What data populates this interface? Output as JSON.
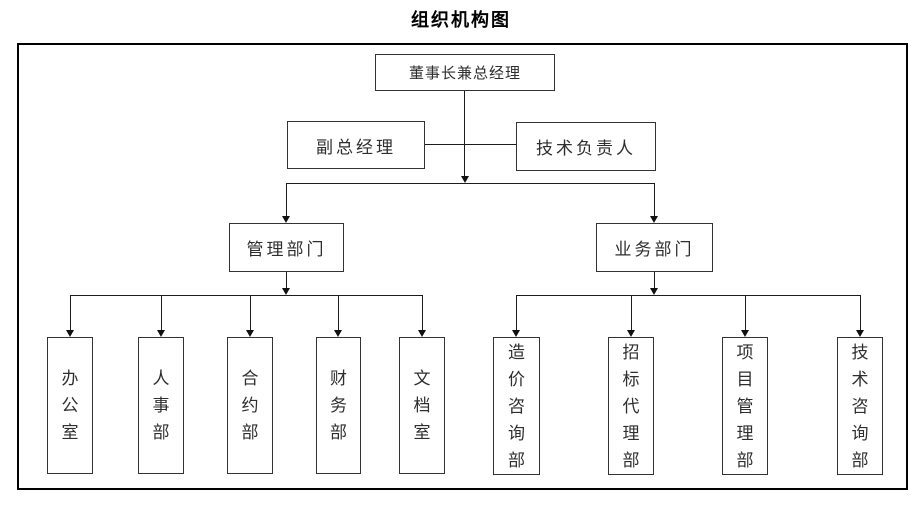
{
  "page": {
    "title": "组织机构图"
  },
  "org_chart": {
    "root": "董事长兼总经理",
    "staff_left": "副总经理",
    "staff_right": "技术负责人",
    "branches": [
      {
        "label": "管理部门",
        "children": [
          "办公室",
          "人事部",
          "合约部",
          "财务部",
          "文档室"
        ]
      },
      {
        "label": "业务部门",
        "children": [
          "造价咨询部",
          "招标代理部",
          "项目管理部",
          "技术咨询部"
        ]
      }
    ]
  },
  "colors": {
    "line": "#1c1c1c",
    "box_border": "#333333",
    "text": "#2e2e2e",
    "frame_border": "#000000",
    "background": "#ffffff"
  }
}
